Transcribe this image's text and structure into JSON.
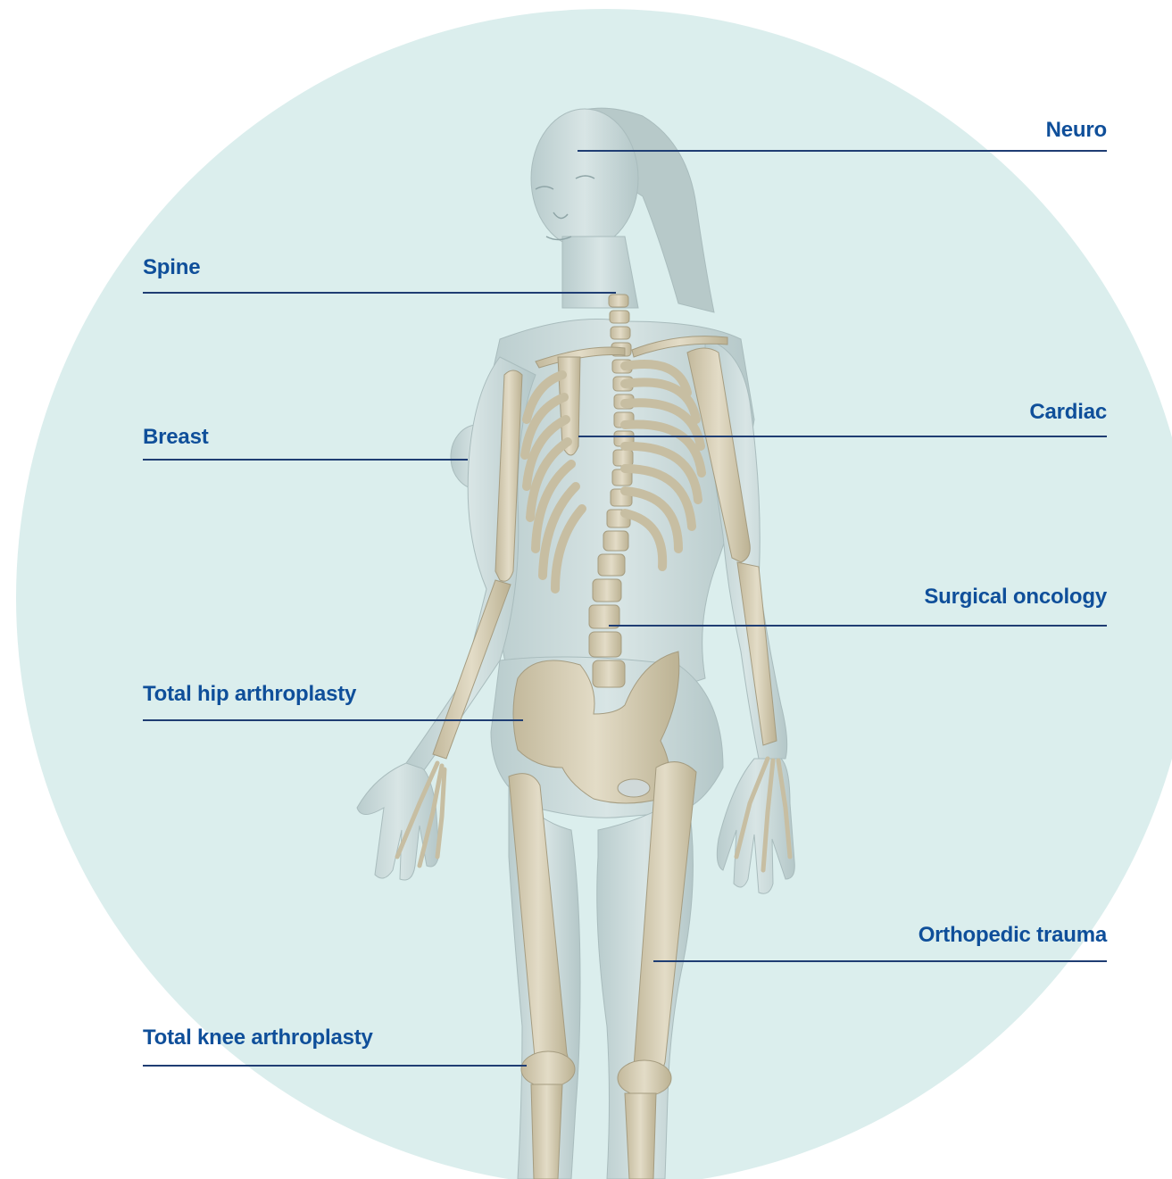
{
  "colors": {
    "background": "#ffffff",
    "circle": "#dbeeed",
    "label_text": "#0f4f9a",
    "leader_line": "#1f3d73",
    "skin": "#c9d9d9",
    "bone": "#d6cfb8"
  },
  "figure": {
    "description_icon": "human-body-skeleton-illustration"
  },
  "labels": {
    "neuro": "Neuro",
    "spine": "Spine",
    "cardiac": "Cardiac",
    "breast": "Breast",
    "surgical_oncology": "Surgical oncology",
    "total_hip_arthroplasty": "Total hip arthroplasty",
    "orthopedic_trauma": "Orthopedic trauma",
    "total_knee_arthroplasty": "Total knee arthroplasty"
  }
}
